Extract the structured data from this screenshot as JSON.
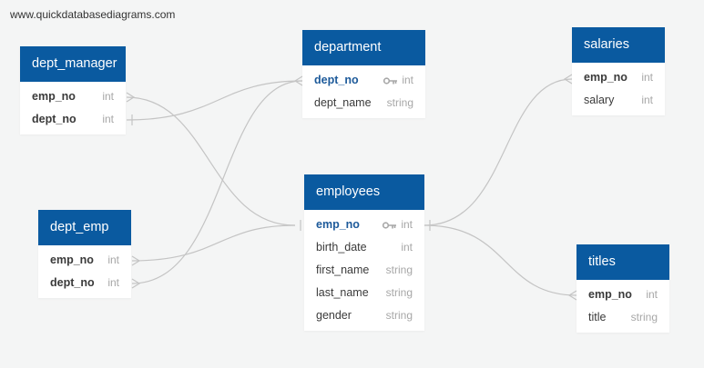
{
  "watermark": "www.quickdatabasediagrams.com",
  "colors": {
    "header": "#0a5aa0",
    "pk_text": "#1d5a9a",
    "type_text": "#a7a7a7",
    "link": "#c4c4c4",
    "background": "#f4f5f5"
  },
  "tables": {
    "dept_manager": {
      "name": "dept_manager",
      "columns": [
        {
          "name": "emp_no",
          "type": "int"
        },
        {
          "name": "dept_no",
          "type": "int"
        }
      ]
    },
    "department": {
      "name": "department",
      "columns": [
        {
          "name": "dept_no",
          "type": "int",
          "icon": "key-icon"
        },
        {
          "name": "dept_name",
          "type": "string"
        }
      ]
    },
    "salaries": {
      "name": "salaries",
      "columns": [
        {
          "name": "emp_no",
          "type": "int"
        },
        {
          "name": "salary",
          "type": "int"
        }
      ]
    },
    "employees": {
      "name": "employees",
      "columns": [
        {
          "name": "emp_no",
          "type": "int",
          "icon": "key-icon"
        },
        {
          "name": "birth_date",
          "type": "int"
        },
        {
          "name": "first_name",
          "type": "string"
        },
        {
          "name": "last_name",
          "type": "string"
        },
        {
          "name": "gender",
          "type": "string"
        }
      ]
    },
    "dept_emp": {
      "name": "dept_emp",
      "columns": [
        {
          "name": "emp_no",
          "type": "int"
        },
        {
          "name": "dept_no",
          "type": "int"
        }
      ]
    },
    "titles": {
      "name": "titles",
      "columns": [
        {
          "name": "emp_no",
          "type": "int"
        },
        {
          "name": "title",
          "type": "string"
        }
      ]
    }
  }
}
